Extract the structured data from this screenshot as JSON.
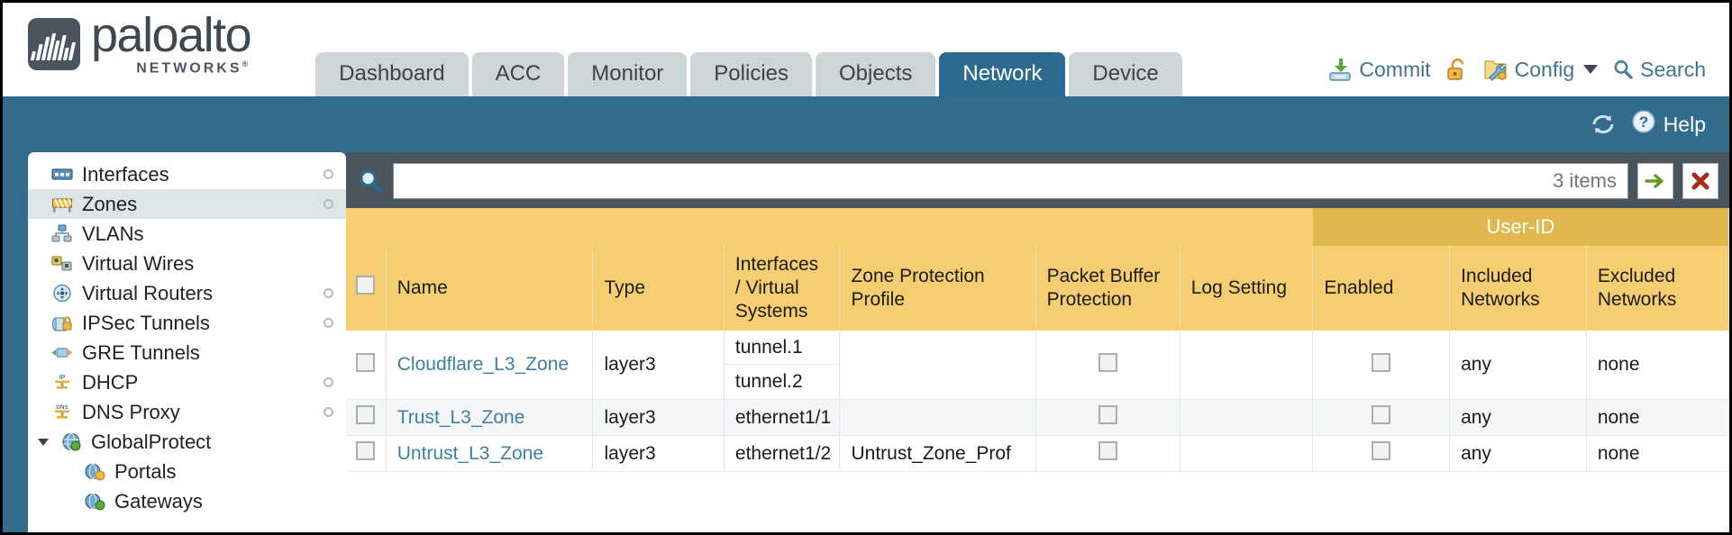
{
  "brand": {
    "name": "paloalto",
    "sub": "NETWORKS",
    "reg": "®"
  },
  "tabs": [
    {
      "label": "Dashboard",
      "active": false
    },
    {
      "label": "ACC",
      "active": false
    },
    {
      "label": "Monitor",
      "active": false
    },
    {
      "label": "Policies",
      "active": false
    },
    {
      "label": "Objects",
      "active": false
    },
    {
      "label": "Network",
      "active": true
    },
    {
      "label": "Device",
      "active": false
    }
  ],
  "actions": {
    "commit": "Commit",
    "config": "Config",
    "search": "Search",
    "lock_icon": "padlock-icon",
    "commit_icon": "commit-icon",
    "config_icon": "config-icon",
    "search_icon": "search-icon"
  },
  "subheader": {
    "help": "Help",
    "refresh_icon": "refresh-icon",
    "help_icon": "help-icon"
  },
  "sidebar": {
    "items": [
      {
        "label": "Interfaces",
        "icon": "interfaces-icon",
        "selected": false,
        "dot": true,
        "child": false,
        "arrow": false
      },
      {
        "label": "Zones",
        "icon": "zones-icon",
        "selected": true,
        "dot": true,
        "child": false,
        "arrow": false
      },
      {
        "label": "VLANs",
        "icon": "vlans-icon",
        "selected": false,
        "dot": false,
        "child": false,
        "arrow": false
      },
      {
        "label": "Virtual Wires",
        "icon": "virtual-wires-icon",
        "selected": false,
        "dot": false,
        "child": false,
        "arrow": false
      },
      {
        "label": "Virtual Routers",
        "icon": "virtual-routers-icon",
        "selected": false,
        "dot": true,
        "child": false,
        "arrow": false
      },
      {
        "label": "IPSec Tunnels",
        "icon": "ipsec-tunnels-icon",
        "selected": false,
        "dot": true,
        "child": false,
        "arrow": false
      },
      {
        "label": "GRE Tunnels",
        "icon": "gre-tunnels-icon",
        "selected": false,
        "dot": false,
        "child": false,
        "arrow": false
      },
      {
        "label": "DHCP",
        "icon": "dhcp-icon",
        "selected": false,
        "dot": true,
        "child": false,
        "arrow": false
      },
      {
        "label": "DNS Proxy",
        "icon": "dns-proxy-icon",
        "selected": false,
        "dot": true,
        "child": false,
        "arrow": false
      },
      {
        "label": "GlobalProtect",
        "icon": "globalprotect-icon",
        "selected": false,
        "dot": false,
        "child": false,
        "arrow": true
      },
      {
        "label": "Portals",
        "icon": "portals-icon",
        "selected": false,
        "dot": false,
        "child": true,
        "arrow": false
      },
      {
        "label": "Gateways",
        "icon": "gateways-icon",
        "selected": false,
        "dot": false,
        "child": true,
        "arrow": false
      }
    ]
  },
  "search": {
    "value": "",
    "placeholder": "",
    "item_count": "3 items",
    "apply_icon": "green-arrow-icon",
    "clear_icon": "red-x-icon",
    "magnifier_icon": "magnifier-icon"
  },
  "table": {
    "group_header": {
      "label": "User-ID",
      "span": 3
    },
    "columns": [
      "Name",
      "Type",
      "Interfaces / Virtual Systems",
      "Zone Protection Profile",
      "Packet Buffer Protection",
      "Log Setting",
      "Enabled",
      "Included Networks",
      "Excluded Networks"
    ],
    "rows": [
      {
        "selected": false,
        "name": "Cloudflare_L3_Zone",
        "type": "layer3",
        "interfaces": [
          "tunnel.1",
          "tunnel.2"
        ],
        "zone_protection_profile": "",
        "packet_buffer_protection": "",
        "log_setting": "",
        "userid_enabled": "",
        "included_networks": "any",
        "excluded_networks": "none"
      },
      {
        "selected": false,
        "name": "Trust_L3_Zone",
        "type": "layer3",
        "interfaces": [
          "ethernet1/1"
        ],
        "zone_protection_profile": "",
        "packet_buffer_protection": "",
        "log_setting": "",
        "userid_enabled": "",
        "included_networks": "any",
        "excluded_networks": "none"
      },
      {
        "selected": false,
        "name": "Untrust_L3_Zone",
        "type": "layer3",
        "interfaces": [
          "ethernet1/2"
        ],
        "zone_protection_profile": "Untrust_Zone_Prof",
        "packet_buffer_protection": "",
        "log_setting": "",
        "userid_enabled": "",
        "included_networks": "any",
        "excluded_networks": "none"
      }
    ]
  },
  "colors": {
    "brand_dark": "#3f4850",
    "tab_active": "#2e6a8e",
    "tab_inactive": "#ccd6d6",
    "teal_band": "#336b8c",
    "table_header": "#f5ce72",
    "table_group_header": "#e0b84e",
    "link": "#3f7ea6",
    "content_bg": "#48555e"
  }
}
